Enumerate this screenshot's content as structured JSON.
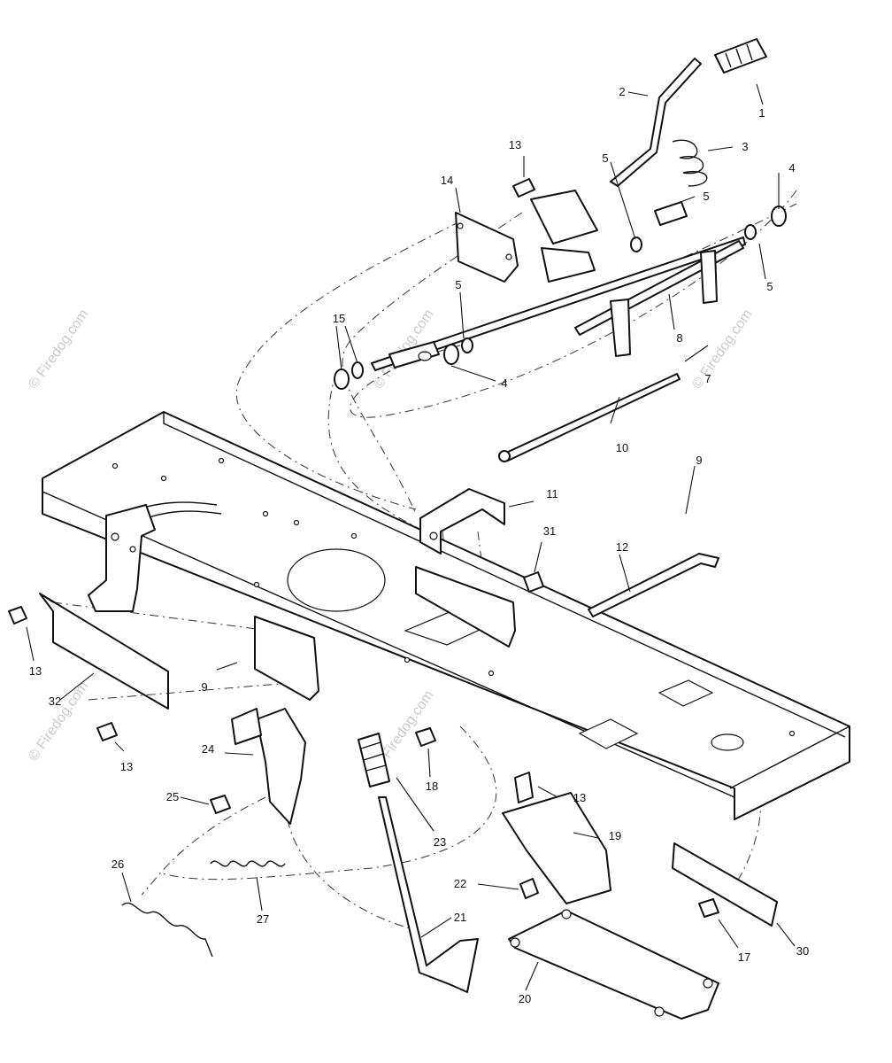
{
  "watermark": {
    "text": "© Firedog.com",
    "color": "#c9c9c9"
  },
  "callouts": [
    {
      "label": "1"
    },
    {
      "label": "2"
    },
    {
      "label": "3"
    },
    {
      "label": "4"
    },
    {
      "label": "5"
    },
    {
      "label": "5"
    },
    {
      "label": "4"
    },
    {
      "label": "5"
    },
    {
      "label": "5"
    },
    {
      "label": "14"
    },
    {
      "label": "13"
    },
    {
      "label": "15"
    },
    {
      "label": "8"
    },
    {
      "label": "7"
    },
    {
      "label": "10"
    },
    {
      "label": "9"
    },
    {
      "label": "11"
    },
    {
      "label": "31"
    },
    {
      "label": "12"
    },
    {
      "label": "13"
    },
    {
      "label": "32"
    },
    {
      "label": "9"
    },
    {
      "label": "13"
    },
    {
      "label": "24"
    },
    {
      "label": "25"
    },
    {
      "label": "18"
    },
    {
      "label": "23"
    },
    {
      "label": "13"
    },
    {
      "label": "19"
    },
    {
      "label": "22"
    },
    {
      "label": "21"
    },
    {
      "label": "26"
    },
    {
      "label": "27"
    },
    {
      "label": "20"
    },
    {
      "label": "17"
    },
    {
      "label": "30"
    }
  ]
}
